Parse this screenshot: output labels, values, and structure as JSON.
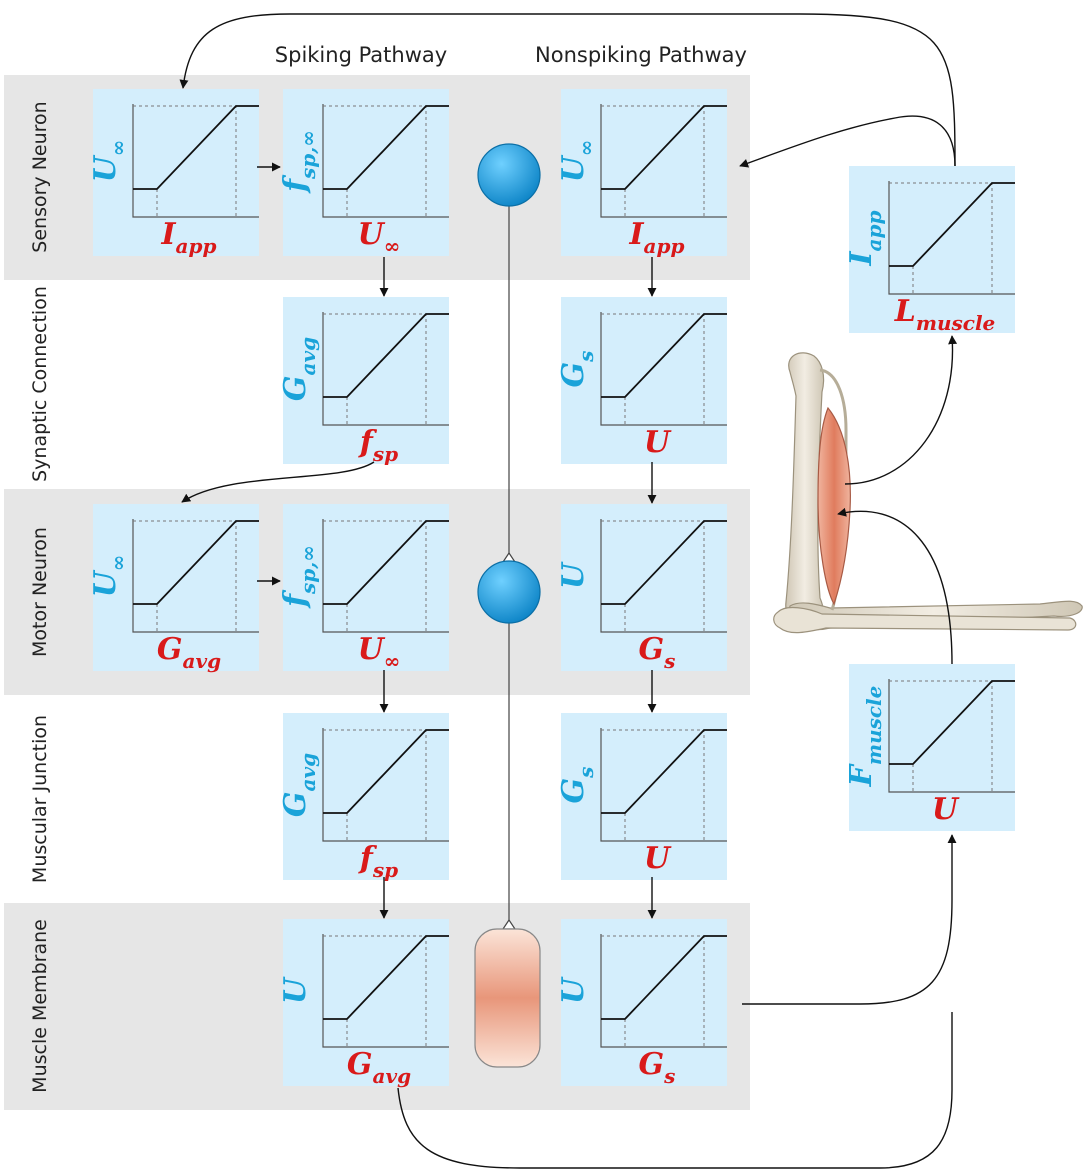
{
  "columns": {
    "spiking": "Spiking Pathway",
    "nonspiking": "Nonspiking Pathway"
  },
  "rows": [
    {
      "id": "sensory",
      "label": "Sensory Neuron",
      "shaded": true
    },
    {
      "id": "synaptic",
      "label": "Synaptic Connection",
      "shaded": false
    },
    {
      "id": "motor",
      "label": "Motor Neuron",
      "shaded": true
    },
    {
      "id": "junction",
      "label": "Muscular Junction",
      "shaded": false
    },
    {
      "id": "membrane",
      "label": "Muscle Membrane",
      "shaded": true
    }
  ],
  "plots": [
    {
      "id": "sens-spk-a",
      "y": {
        "main": "U",
        "sub": "∞"
      },
      "x": {
        "main": "I",
        "sub": "app"
      }
    },
    {
      "id": "sens-spk-b",
      "y": {
        "main": "f",
        "sub": "sp,∞"
      },
      "x": {
        "main": "U",
        "sub": "∞"
      }
    },
    {
      "id": "sens-non",
      "y": {
        "main": "U",
        "sub": "∞"
      },
      "x": {
        "main": "I",
        "sub": "app"
      }
    },
    {
      "id": "length-to-current",
      "y": {
        "main": "I",
        "sub": "app"
      },
      "x": {
        "main": "L",
        "sub": "muscle"
      }
    },
    {
      "id": "syn-spk",
      "y": {
        "main": "G",
        "sub": "avg"
      },
      "x": {
        "main": "f",
        "sub": "sp"
      }
    },
    {
      "id": "syn-non",
      "y": {
        "main": "G",
        "sub": "s"
      },
      "x": {
        "main": "U",
        "sub": ""
      }
    },
    {
      "id": "mot-spk-a",
      "y": {
        "main": "U",
        "sub": "∞"
      },
      "x": {
        "main": "G",
        "sub": "avg"
      }
    },
    {
      "id": "mot-spk-b",
      "y": {
        "main": "f",
        "sub": "sp,∞"
      },
      "x": {
        "main": "U",
        "sub": "∞"
      }
    },
    {
      "id": "mot-non",
      "y": {
        "main": "U",
        "sub": ""
      },
      "x": {
        "main": "G",
        "sub": "s"
      }
    },
    {
      "id": "voltage-to-force",
      "y": {
        "main": "F",
        "sub": "muscle"
      },
      "x": {
        "main": "U",
        "sub": ""
      }
    },
    {
      "id": "jun-spk",
      "y": {
        "main": "G",
        "sub": "avg"
      },
      "x": {
        "main": "f",
        "sub": "sp"
      }
    },
    {
      "id": "jun-non",
      "y": {
        "main": "G",
        "sub": "s"
      },
      "x": {
        "main": "U",
        "sub": ""
      }
    },
    {
      "id": "mem-spk",
      "y": {
        "main": "U",
        "sub": ""
      },
      "x": {
        "main": "G",
        "sub": "avg"
      }
    },
    {
      "id": "mem-non",
      "y": {
        "main": "U",
        "sub": ""
      },
      "x": {
        "main": "G",
        "sub": "s"
      }
    }
  ],
  "colors": {
    "panel_fill": "#d4eefc",
    "row_shade": "#e6e6e6",
    "y_label": "#1aa3d9",
    "x_label": "#d91a1a",
    "neuron": "#1ea0dc",
    "muscle": "#e8967a",
    "bone": "#e4ded0"
  }
}
